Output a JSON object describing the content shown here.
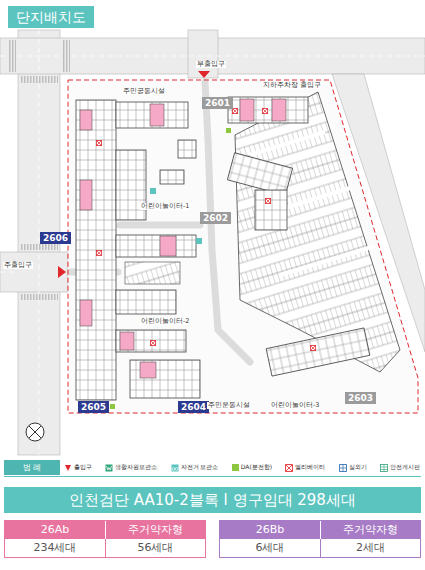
{
  "diagram": {
    "title": "단지배치도",
    "nodes": [
      {
        "text": [
          "2601"
        ]
      },
      {
        "text": [
          "2602"
        ]
      },
      {
        "text": [
          "2603"
        ]
      },
      {
        "text": [
          "2604"
        ]
      },
      {
        "text": [
          "2605"
        ]
      },
      {
        "text": [
          "2606"
        ]
      },
      {
        "text": [
          "범 례"
        ]
      },
      {
        "text": [
          "인천검단 AA10-2블록 l 영구임대 298세대"
        ]
      }
    ],
    "labels": [
      "부출입구",
      "주출입구",
      "지하주차장 출입구",
      "주민공동시설",
      "어린이놀이터-1",
      "어린이놀이터-2",
      "어린이놀이터-3",
      "주민운동시설",
      "26Ab",
      "주거약자형",
      "234세대",
      "56세대",
      "26Bb",
      "주거약자형",
      "6세대",
      "2세대"
    ],
    "legend": [
      {
        "text": "출입구"
      },
      {
        "text": "생활자원보관소"
      },
      {
        "text": "자전거 보관소"
      },
      {
        "text": "DA(분전함)",
        "color": "#8dc63f"
      },
      {
        "text": "엘리베이터"
      },
      {
        "text": "실외기"
      },
      {
        "text": "안전게시판"
      }
    ]
  }
}
